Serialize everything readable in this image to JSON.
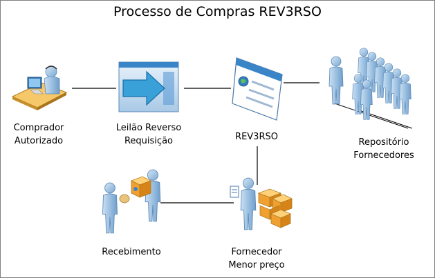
{
  "title": "Processo de Compras REV3RSO",
  "nodes": {
    "comprador": {
      "line1": "Comprador",
      "line2": "Autorizado"
    },
    "leilao": {
      "line1": "Leilão Reverso",
      "line2": "Requisição"
    },
    "rev3rso": {
      "line1": "REV3RSO"
    },
    "repositorio": {
      "line1": "Repositório",
      "line2": "Fornecedores"
    },
    "recebimento": {
      "line1": "Recebimento"
    },
    "fornecedor": {
      "line1": "Fornecedor",
      "line2": "Menor preço"
    }
  },
  "colors": {
    "person_blue": "#9dc3e6",
    "person_blue_dark": "#6a9bc8",
    "box_orange": "#f0a030",
    "arrow_blue": "#3aa0d8",
    "connector": "#000000"
  }
}
